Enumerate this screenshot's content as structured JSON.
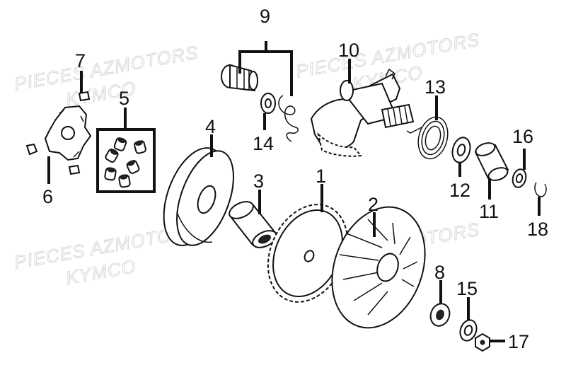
{
  "diagram": {
    "watermark": {
      "line1": "PIECES AZMOTORS",
      "line2": "KYMCO"
    },
    "callouts": [
      "1",
      "2",
      "3",
      "4",
      "5",
      "6",
      "7",
      "8",
      "9",
      "10",
      "11",
      "12",
      "13",
      "14",
      "15",
      "16",
      "17",
      "18"
    ]
  }
}
